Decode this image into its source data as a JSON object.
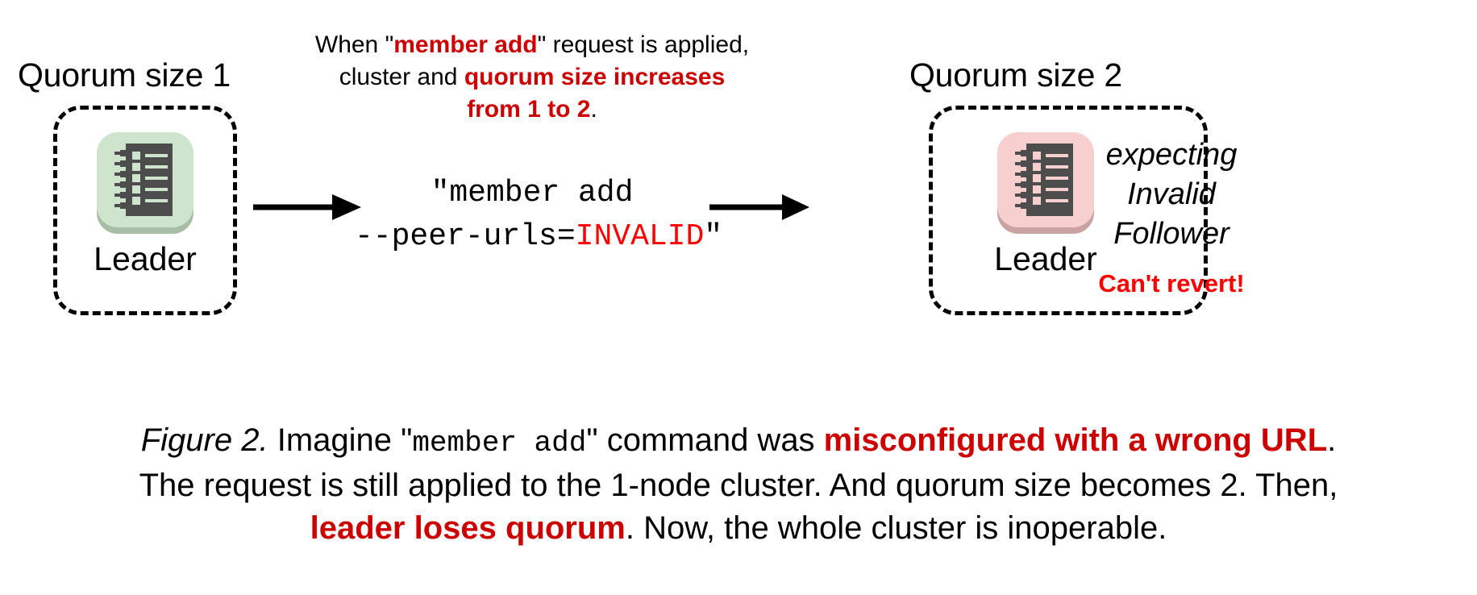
{
  "figure": {
    "left_cluster": {
      "title": "Quorum size 1",
      "node_label": "Leader",
      "icon": "server-icon",
      "icon_tile_color": "#cfe4cd",
      "icon_shadow_color": "#a8bda6",
      "icon_body_color": "#4d4d4d"
    },
    "right_cluster": {
      "title": "Quorum size 2",
      "node_label": "Leader",
      "icon": "server-icon",
      "icon_tile_color": "#f8cfcf",
      "icon_shadow_color": "#c9a3a3",
      "icon_body_color": "#4d4d4d",
      "status_lines": [
        "expecting",
        "Invalid",
        "Follower"
      ],
      "warning": "Can't revert!",
      "warning_color": "#ff0000"
    },
    "top_note": {
      "line1_a": "When \"",
      "line1_b": "member add",
      "line1_c": "\" request is applied,",
      "line2_a": "cluster and ",
      "line2_b": "quorum size increases",
      "line3_b": "from 1 to 2",
      "line3_c": ".",
      "accent_color": "#cc0000"
    },
    "command": {
      "line1": "\"member add",
      "line2_prefix": "--peer-urls=",
      "line2_invalid": "INVALID",
      "line2_suffix": "\"",
      "invalid_color": "#ff0000"
    },
    "arrows": {
      "left_arrow": "arrow-right-icon",
      "right_arrow": "arrow-right-icon"
    },
    "caption": {
      "label": "Figure 2.",
      "l1_t1": " Imagine \"",
      "l1_mono": "member add",
      "l1_t2": "\" command was ",
      "l1_hl": "misconfigured with a wrong URL",
      "l1_t3": ".",
      "l2": "The request is still applied to the 1-node cluster. And quorum size becomes 2. Then,",
      "l3_t1": "",
      "l3_hl": "leader loses quorum",
      "l3_t2": ". Now, the whole cluster is inoperable.",
      "accent_color": "#cc0000"
    }
  }
}
